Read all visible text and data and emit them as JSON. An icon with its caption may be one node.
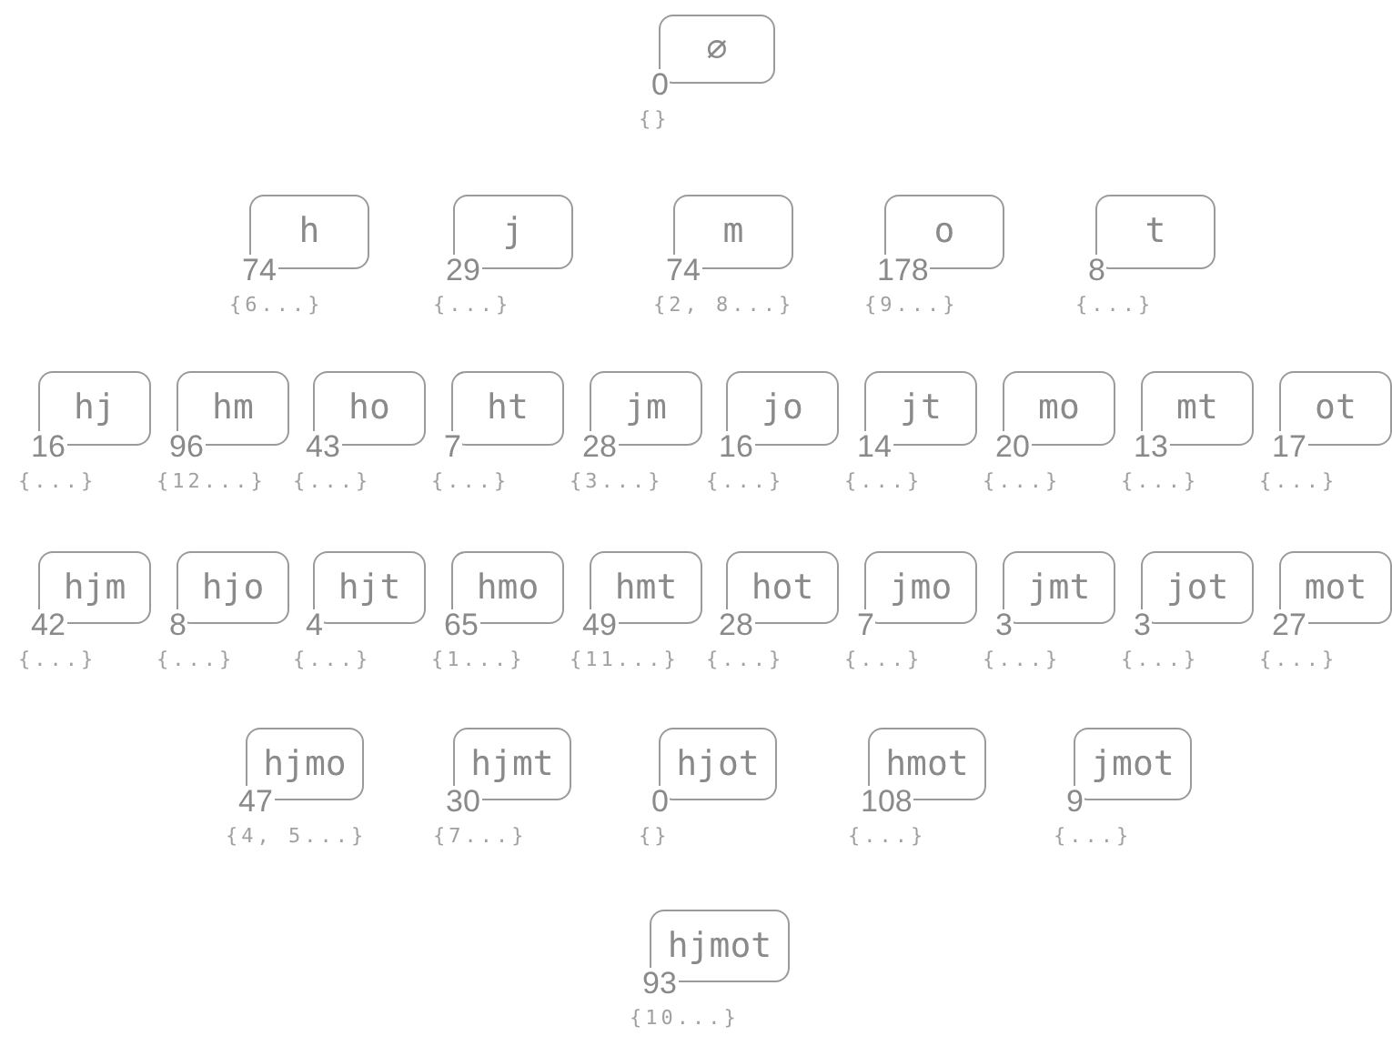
{
  "diagram": {
    "nodes": [
      {
        "text": [
          "∅"
        ],
        "beside": [
          "0",
          "{}"
        ]
      },
      {
        "text": [
          "h"
        ],
        "beside": [
          "74",
          "{6...}"
        ]
      },
      {
        "text": [
          "j"
        ],
        "beside": [
          "29",
          "{...}"
        ]
      },
      {
        "text": [
          "m"
        ],
        "beside": [
          "74",
          "{2, 8...}"
        ]
      },
      {
        "text": [
          "o"
        ],
        "beside": [
          "178",
          "{9...}"
        ]
      },
      {
        "text": [
          "t"
        ],
        "beside": [
          "8",
          "{...}"
        ]
      },
      {
        "text": [
          "hj"
        ],
        "beside": [
          "16",
          "{...}"
        ]
      },
      {
        "text": [
          "hm"
        ],
        "beside": [
          "96",
          "{12...}"
        ]
      },
      {
        "text": [
          "ho"
        ],
        "beside": [
          "43",
          "{...}"
        ]
      },
      {
        "text": [
          "ht"
        ],
        "beside": [
          "7",
          "{...}"
        ]
      },
      {
        "text": [
          "jm"
        ],
        "beside": [
          "28",
          "{3...}"
        ]
      },
      {
        "text": [
          "jo"
        ],
        "beside": [
          "16",
          "{...}"
        ]
      },
      {
        "text": [
          "jt"
        ],
        "beside": [
          "14",
          "{...}"
        ]
      },
      {
        "text": [
          "mo"
        ],
        "beside": [
          "20",
          "{...}"
        ]
      },
      {
        "text": [
          "mt"
        ],
        "beside": [
          "13",
          "{...}"
        ]
      },
      {
        "text": [
          "ot"
        ],
        "beside": [
          "17",
          "{...}"
        ]
      },
      {
        "text": [
          "hjm"
        ],
        "beside": [
          "42",
          "{...}"
        ]
      },
      {
        "text": [
          "hjo"
        ],
        "beside": [
          "8",
          "{...}"
        ]
      },
      {
        "text": [
          "hjt"
        ],
        "beside": [
          "4",
          "{...}"
        ]
      },
      {
        "text": [
          "hmo"
        ],
        "beside": [
          "65",
          "{1...}"
        ]
      },
      {
        "text": [
          "hmt"
        ],
        "beside": [
          "49",
          "{11...}"
        ]
      },
      {
        "text": [
          "hot"
        ],
        "beside": [
          "28",
          "{...}"
        ]
      },
      {
        "text": [
          "jmo"
        ],
        "beside": [
          "7",
          "{...}"
        ]
      },
      {
        "text": [
          "jmt"
        ],
        "beside": [
          "3",
          "{...}"
        ]
      },
      {
        "text": [
          "jot"
        ],
        "beside": [
          "3",
          "{...}"
        ]
      },
      {
        "text": [
          "mot"
        ],
        "beside": [
          "27",
          "{...}"
        ]
      },
      {
        "text": [
          "hjmo"
        ],
        "beside": [
          "47",
          "{4, 5...}"
        ]
      },
      {
        "text": [
          "hjmt"
        ],
        "beside": [
          "30",
          "{7...}"
        ]
      },
      {
        "text": [
          "hjot"
        ],
        "beside": [
          "0",
          "{}"
        ]
      },
      {
        "text": [
          "hmot"
        ],
        "beside": [
          "108",
          "{...}"
        ]
      },
      {
        "text": [
          "jmot"
        ],
        "beside": [
          "9",
          "{...}"
        ]
      },
      {
        "text": [
          "hjmot"
        ],
        "beside": [
          "93",
          "{10...}"
        ]
      }
    ]
  }
}
